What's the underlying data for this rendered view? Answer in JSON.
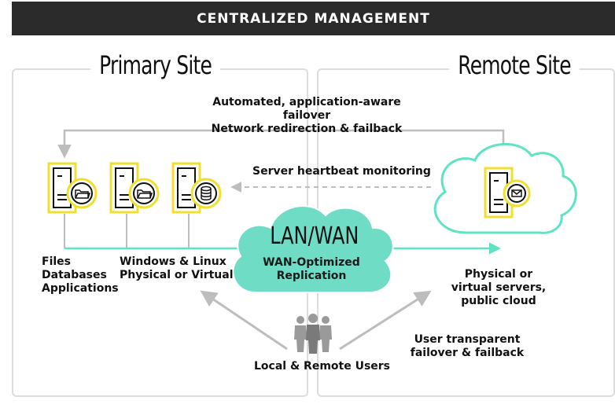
{
  "header": {
    "title": "CENTRALIZED MANAGEMENT"
  },
  "sites": {
    "primary": {
      "title": "Primary Site"
    },
    "remote": {
      "title": "Remote Site"
    }
  },
  "labels": {
    "failover_line1": "Automated, application-aware failover",
    "failover_line2": "Network redirection & failback",
    "heartbeat": "Server heartbeat monitoring",
    "files": "Files",
    "databases": "Databases",
    "applications": "Applications",
    "windows_linux": "Windows & Linux",
    "physical_virtual": "Physical or Virtual",
    "remote_line1": "Physical or",
    "remote_line2": "virtual servers,",
    "remote_line3": "public cloud",
    "users": "Local & Remote Users",
    "transparent_line1": "User transparent",
    "transparent_line2": "failover & failback"
  },
  "cloud": {
    "title": "LAN/WAN",
    "subtitle_line1": "WAN-Optimized",
    "subtitle_line2": "Replication"
  },
  "servers": [
    {
      "icon": "folder-icon"
    },
    {
      "icon": "folder-icon"
    },
    {
      "icon": "database-icon"
    },
    {
      "icon": "mail-icon"
    }
  ],
  "colors": {
    "banner": "#2b2b2b",
    "accent_yellow": "#f0df2e",
    "accent_teal": "#5fe3c4",
    "cloud_fill": "#6fdcc5",
    "arrow_gray": "#bdbdbd"
  }
}
